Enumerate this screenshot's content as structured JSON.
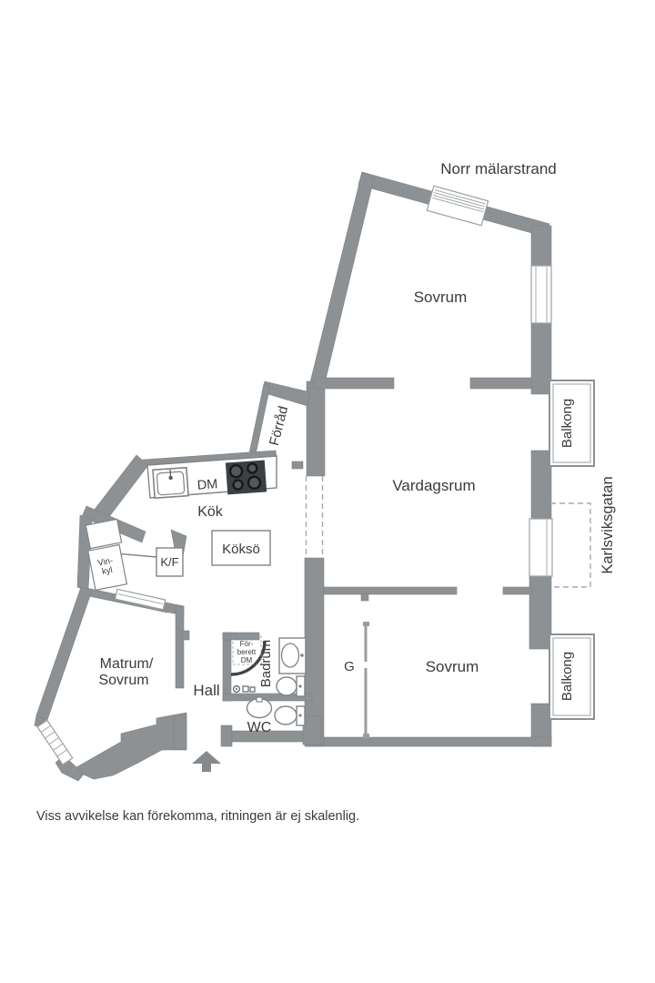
{
  "streets": {
    "top": "Norr mälarstrand",
    "right": "Karlsviksgatan"
  },
  "rooms": {
    "bedroom_top": "Sovrum",
    "living_room": "Vardagsrum",
    "kitchen": "Kök",
    "kitchen_island": "Köksö",
    "storage": "Förråd",
    "dining_line1": "Matrum/",
    "dining_line2": "Sovrum",
    "hall": "Hall",
    "wc": "WC",
    "bathroom": "Badrum",
    "closet": "G",
    "bedroom_bottom": "Sovrum",
    "balcony_top": "Balkong",
    "balcony_bottom": "Balkong"
  },
  "appliances": {
    "dishwasher": "DM",
    "fridge_freezer": "K/F",
    "wine_cooler_line1": "Vin-",
    "wine_cooler_line2": "kyl",
    "prepared_line1": "För-",
    "prepared_line2": "berett",
    "prepared_line3": "DM"
  },
  "disclaimer": "Viss avvikelse kan förekomma, ritningen är ej skalenlig.",
  "colors": {
    "wall": "#8d9194",
    "text": "#3b3b3b",
    "stove": "#3d4042",
    "dashed_line": "#a6aaad"
  }
}
